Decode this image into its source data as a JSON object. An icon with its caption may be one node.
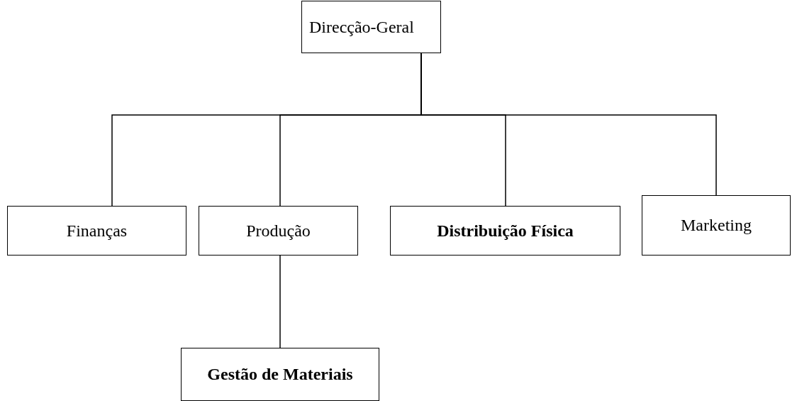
{
  "diagram": {
    "nodes": [
      {
        "text": [
          "Direcção-Geral"
        ]
      },
      {
        "text": [
          "Finanças"
        ]
      },
      {
        "text": [
          "Produção"
        ]
      },
      {
        "text": [
          "Distribuição Física"
        ]
      },
      {
        "text": [
          "Marketing"
        ]
      },
      {
        "text": [
          "Gestão de Materiais"
        ]
      }
    ],
    "edges": [
      {
        "from": 0,
        "to": 1,
        "arrow": "none"
      },
      {
        "from": 0,
        "to": 2,
        "arrow": "none"
      },
      {
        "from": 0,
        "to": 3,
        "arrow": "none"
      },
      {
        "from": 0,
        "to": 4,
        "arrow": "none"
      },
      {
        "from": 2,
        "to": 5,
        "arrow": "none"
      }
    ]
  }
}
